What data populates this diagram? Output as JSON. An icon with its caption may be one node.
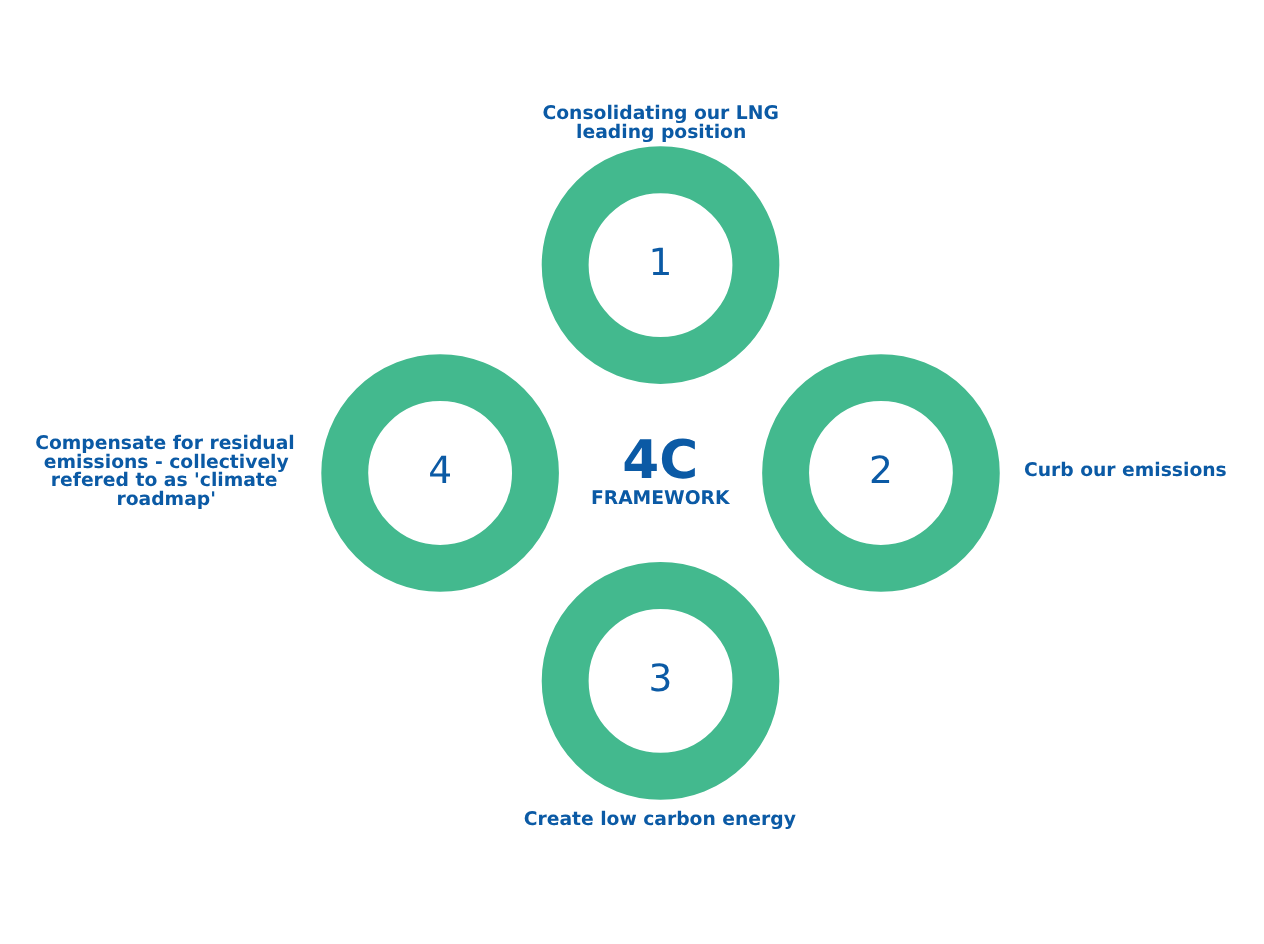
{
  "diagram": {
    "nodes": [
      {
        "text": [
          "1"
        ],
        "beside": [
          "Consolidating our LNG leading position"
        ]
      },
      {
        "text": [
          "4"
        ],
        "beside": [
          "Compensate for residual emissions - collectively refered to as 'climate roadmap'"
        ]
      },
      {
        "text": [
          "4C",
          "FRAMEWORK"
        ]
      },
      {
        "text": [
          "2"
        ],
        "beside": [
          "Curb our emissions"
        ]
      },
      {
        "text": [
          "3"
        ],
        "beside": [
          "Create low carbon energy"
        ]
      }
    ],
    "edges": []
  }
}
